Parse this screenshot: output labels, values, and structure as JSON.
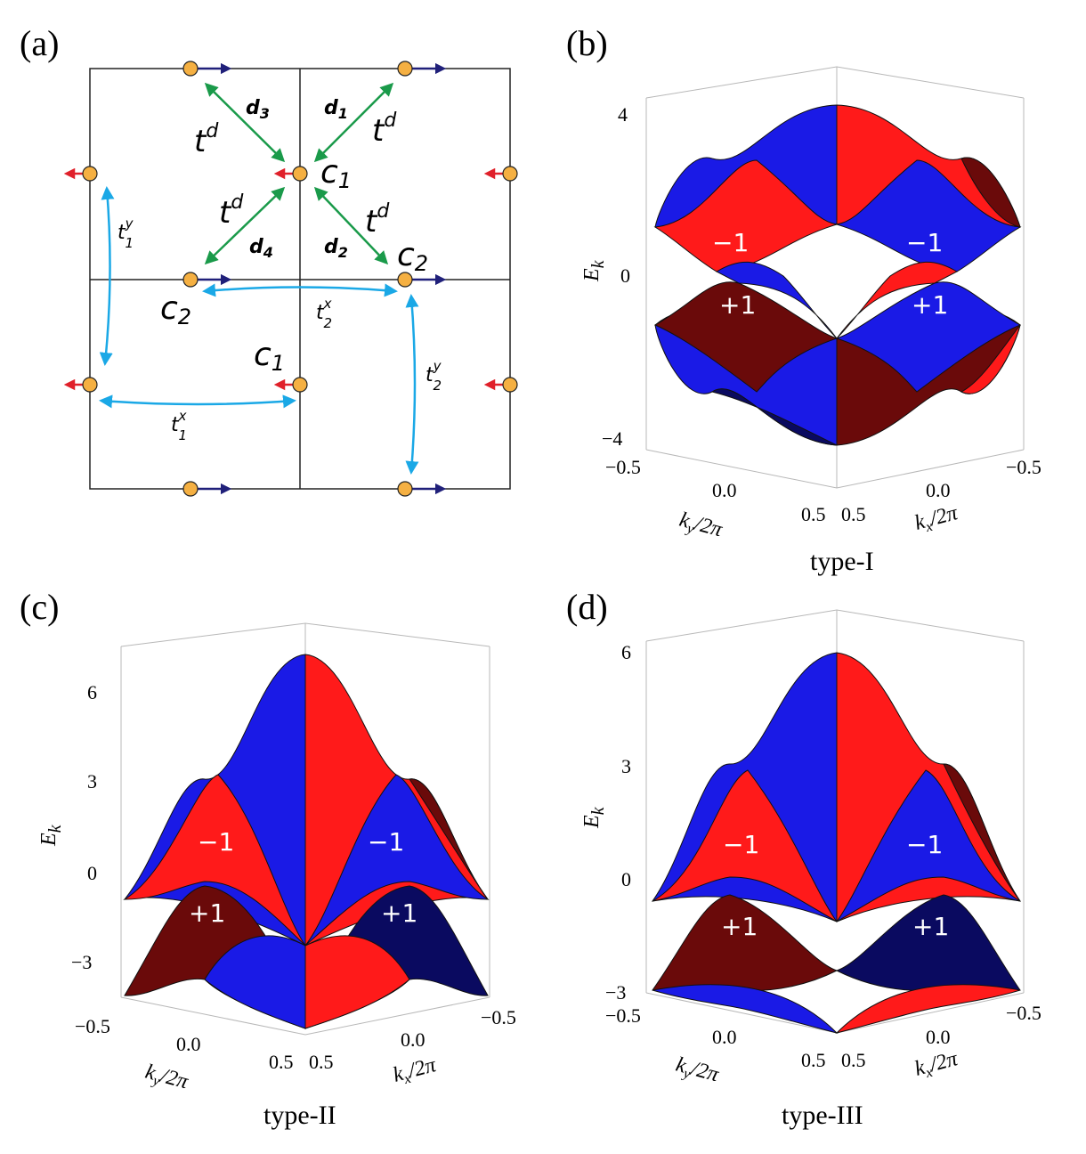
{
  "panels": {
    "a": {
      "label": "(a)"
    },
    "b": {
      "label": "(b)",
      "type": "type-I",
      "e_ticks": [
        "4",
        "0",
        "−4"
      ]
    },
    "c": {
      "label": "(c)",
      "type": "type-II",
      "e_ticks": [
        "6",
        "3",
        "0",
        "−3"
      ]
    },
    "d": {
      "label": "(d)",
      "type": "type-III",
      "e_ticks": [
        "6",
        "3",
        "0",
        "−3"
      ]
    }
  },
  "axes": {
    "energy": "E",
    "energy_sub": "k",
    "ky": "k",
    "ky_sub": "y",
    "ky_tail": "/2π",
    "kx": "k",
    "kx_sub": "x",
    "kx_tail": "/2π",
    "k_ticks": [
      "−0.5",
      "0.0",
      "0.5"
    ]
  },
  "chern": {
    "minus": "−1",
    "plus": "+1"
  },
  "lattice": {
    "c": "c",
    "sub1": "1",
    "sub2": "2",
    "t": "t",
    "t_sup_d": "d",
    "d1": "d",
    "d1_sub": "1",
    "d2": "d",
    "d2_sub": "2",
    "d3": "d",
    "d3_sub": "3",
    "d4": "d",
    "d4_sub": "4",
    "hop_sup_y": "y",
    "hop_sup_x": "x"
  },
  "colors": {
    "red": "#ff1a1a",
    "dark_red": "#6a0a0a",
    "blue": "#1a1ae6",
    "dark_blue": "#0a0a60",
    "hop_green": "#1a9a4a",
    "hop_cyan": "#1aa8e6",
    "site_fill": "#f5b042",
    "arrow_red": "#e0202a",
    "arrow_navy": "#20207a"
  }
}
